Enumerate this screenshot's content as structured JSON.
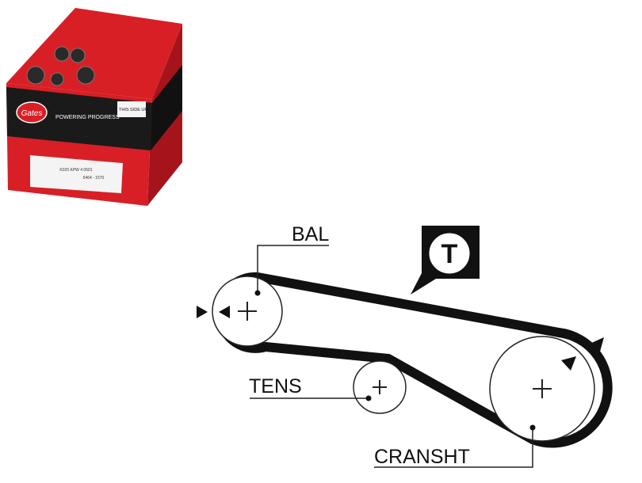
{
  "product_box": {
    "brand": "Gates",
    "slogan": "POWERING PROGRESS",
    "orientation_label": "THIS SIDE UP!",
    "label_line_1": "K025 KPW 4 0501",
    "label_line_2": "5464 - 1570",
    "colors": {
      "red": "#d81f26",
      "dark_red": "#a5141b",
      "black": "#1a1a1a",
      "white": "#f4f4f4"
    }
  },
  "diagram": {
    "labels": {
      "bal": "BAL",
      "tens": "TENS",
      "crankshaft": "CRANSHT",
      "timing_mark": "T"
    },
    "colors": {
      "belt": "#111111",
      "stroke": "#222222"
    }
  }
}
